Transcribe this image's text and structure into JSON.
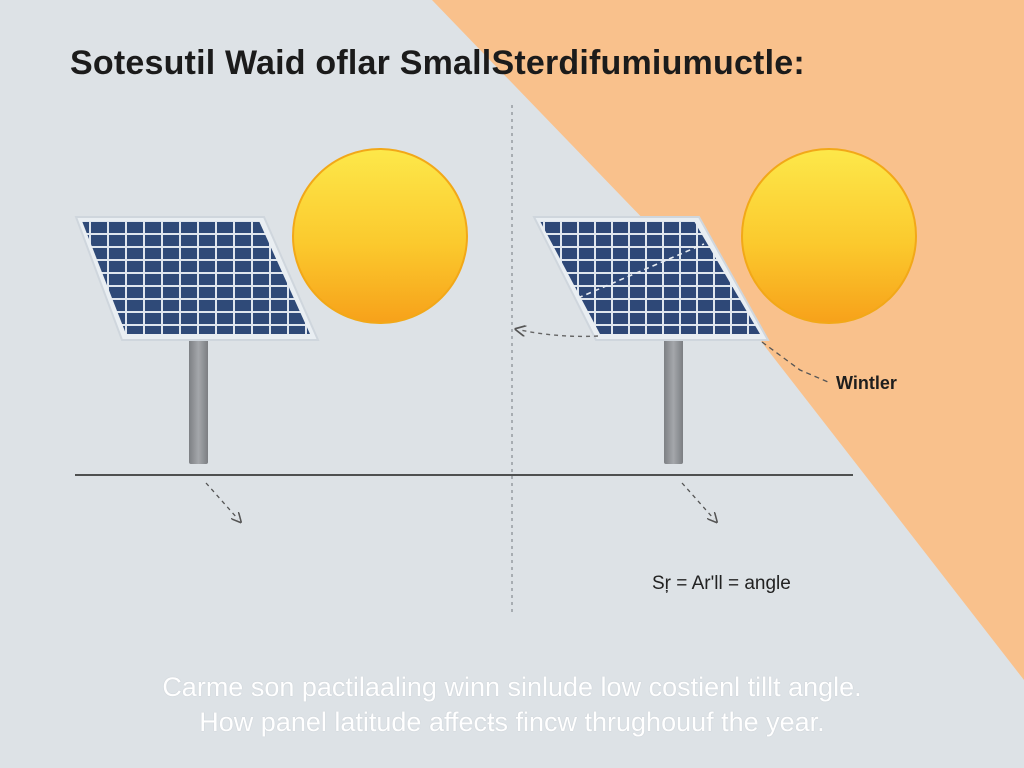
{
  "title": "Sotesutil Waid oflar SmallSterdifumiumuctle:",
  "labels": {
    "winter": "Wintler",
    "angle_note": "Sŗ = Ar'll = angle"
  },
  "caption": {
    "line1": "Carme son pactilaaling winn sinlude low costienl tillt angle.",
    "line2": "How panel latitude affecŧs fincw thrughouuf the year."
  },
  "colors": {
    "background": "#dde2e6",
    "warm_region": "#f9c18c",
    "sun_top": "#fde84a",
    "sun_bottom": "#f7a11a",
    "panel_cell": "#2f4a78",
    "panel_frame": "#e9eef2",
    "pole": "#8f9296",
    "ground_line": "#1f1f1f"
  }
}
